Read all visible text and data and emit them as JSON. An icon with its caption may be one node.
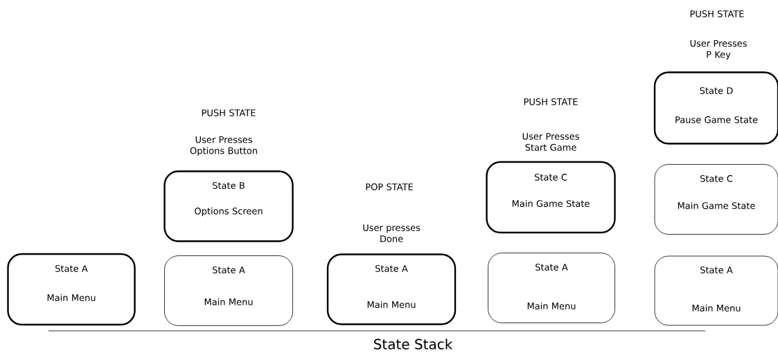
{
  "diagram": {
    "caption": "State Stack",
    "nodes": [
      {
        "text": [
          "State A",
          "Main Menu"
        ]
      },
      {
        "text": [
          "State B",
          "Options Screen"
        ],
        "beside": [
          "PUSH STATE",
          "User Presses Options Button"
        ]
      },
      {
        "text": [
          "State A",
          "Main Menu"
        ]
      },
      {
        "text": [
          "State A",
          "Main Menu"
        ],
        "beside": [
          "POP STATE",
          "User presses Done"
        ]
      },
      {
        "text": [
          "State C",
          "Main Game State"
        ],
        "beside": [
          "PUSH STATE",
          "User Presses Start Game"
        ]
      },
      {
        "text": [
          "State A",
          "Main Menu"
        ]
      },
      {
        "text": [
          "State D",
          "Pause Game State"
        ],
        "beside": [
          "PUSH STATE",
          "User Presses P Key"
        ]
      },
      {
        "text": [
          "State C",
          "Main Game State"
        ]
      },
      {
        "text": [
          "State A",
          "Main Menu"
        ]
      }
    ]
  }
}
